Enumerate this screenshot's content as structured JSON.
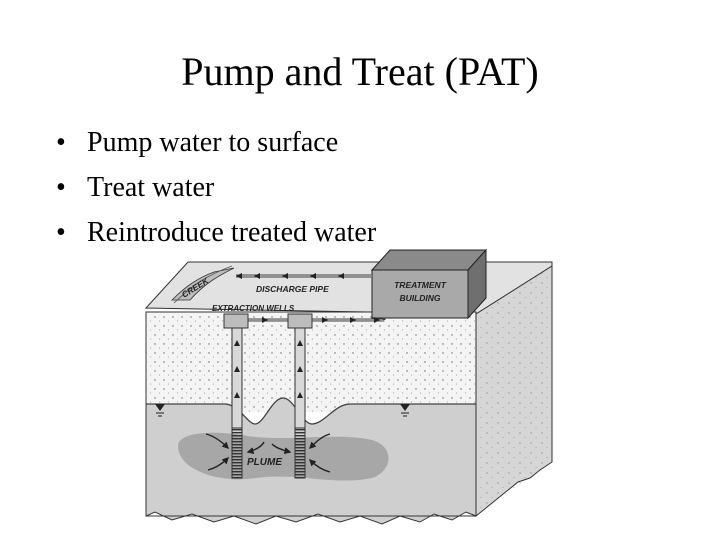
{
  "slide": {
    "title": "Pump and Treat (PAT)",
    "bullets": [
      "Pump water to surface",
      "Treat water",
      "Reintroduce treated water"
    ],
    "bullet_glyph": "•"
  },
  "diagram": {
    "labels": {
      "creek": "CREEK",
      "discharge_pipe": "DISCHARGE PIPE",
      "treatment_line1": "TREATMENT",
      "treatment_line2": "BUILDING",
      "extraction_wells": "EXTRACTION WELLS",
      "plume": "PLUME"
    },
    "colors": {
      "surface": "#e2e2e2",
      "vadose_zone": "#f4f4f4",
      "saturated_zone": "#cfcfcf",
      "plume": "#9a9a9a",
      "block_side": "#d6d6d6",
      "building_front": "#a9a9a9",
      "building_top": "#8a8a8a",
      "building_side": "#6f6f6f",
      "outline": "#333333"
    },
    "icons": [
      "water-table-icon",
      "flow-arrow-icon",
      "well-screen-icon"
    ]
  }
}
